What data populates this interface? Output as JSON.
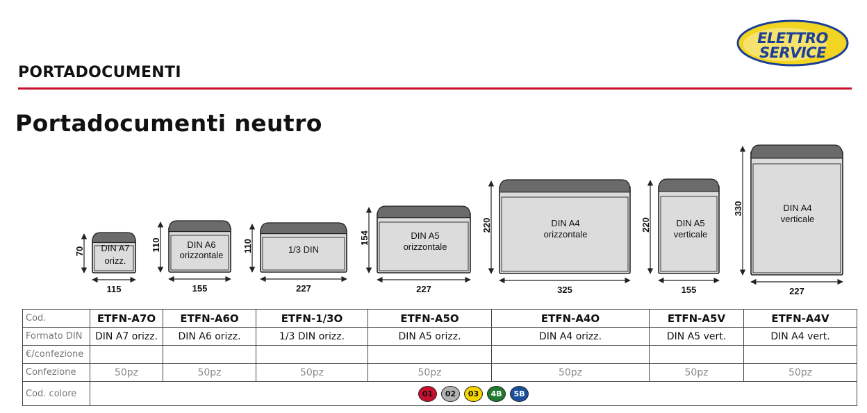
{
  "header": {
    "section_title": "PORTADOCUMENTI",
    "logo_line1": "ELETTRO",
    "logo_line2": "SERVICE",
    "main_title": "Portadocumenti neutro"
  },
  "colors": {
    "accent_red": "#c8102e",
    "logo_blue": "#1b3f95",
    "logo_yellow": "#f2d422"
  },
  "envelopes": [
    {
      "label1": "DIN A7",
      "label2": "orizz.",
      "height": "70",
      "width": "115"
    },
    {
      "label1": "DIN A6",
      "label2": "orizzontale",
      "height": "110",
      "width": "155"
    },
    {
      "label1": "1/3 DIN",
      "label2": "",
      "height": "110",
      "width": "227"
    },
    {
      "label1": "DIN A5",
      "label2": "orizzontale",
      "height": "154",
      "width": "227"
    },
    {
      "label1": "DIN A4",
      "label2": "orizzontale",
      "height": "220",
      "width": "325"
    },
    {
      "label1": "DIN A5",
      "label2": "verticale",
      "height": "220",
      "width": "155"
    },
    {
      "label1": "DIN A4",
      "label2": "verticale",
      "height": "330",
      "width": "227"
    }
  ],
  "table": {
    "row_labels": [
      "Cod.",
      "Formato DIN",
      "€/confezione",
      "Confezione",
      "Cod. colore"
    ],
    "codes": [
      "ETFN-A7O",
      "ETFN-A6O",
      "ETFN-1/3O",
      "ETFN-A5O",
      "ETFN-A4O",
      "ETFN-A5V",
      "ETFN-A4V"
    ],
    "formats": [
      "DIN A7 orizz.",
      "DIN A6 orizz.",
      "1/3 DIN orizz.",
      "DIN A5 orizz.",
      "DIN A4 orizz.",
      "DIN A5 vert.",
      "DIN A4 vert."
    ],
    "prices": [
      "",
      "",
      "",
      "",
      "",
      "",
      ""
    ],
    "packaging": [
      "50pz",
      "50pz",
      "50pz",
      "50pz",
      "50pz",
      "50pz",
      "50pz"
    ],
    "color_codes": [
      {
        "code": "01",
        "color": "#c8102e",
        "text_color": "#111111"
      },
      {
        "code": "02",
        "color": "#b3b3b3",
        "text_color": "#111111"
      },
      {
        "code": "03",
        "color": "#f5d400",
        "text_color": "#111111"
      },
      {
        "code": "4B",
        "color": "#1f7a2e",
        "text_color": "#ffffff"
      },
      {
        "code": "5B",
        "color": "#1b4f9c",
        "text_color": "#ffffff"
      }
    ]
  }
}
